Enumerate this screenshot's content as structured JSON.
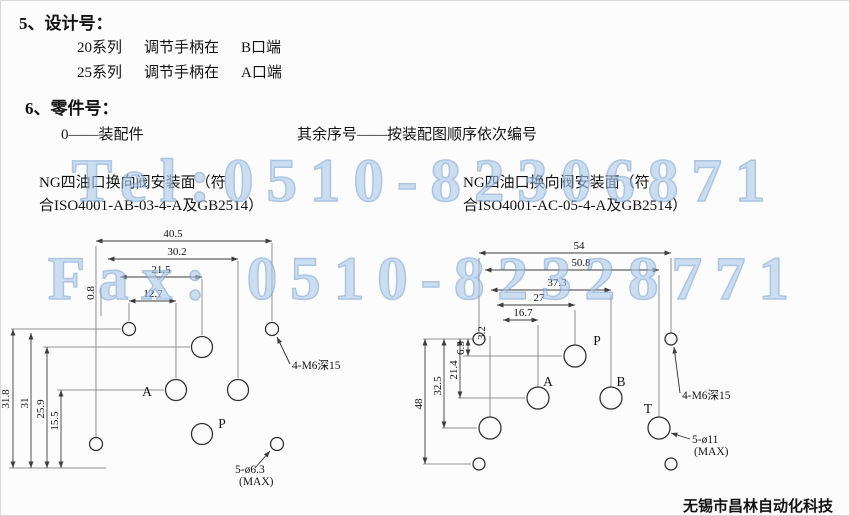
{
  "colors": {
    "watermark": "#aecbea",
    "ink": "#141414",
    "drawing_line": "#3c3c3c"
  },
  "sections": {
    "design": {
      "heading": "5、设计号：",
      "rows": [
        {
          "series": "20系列",
          "desc": "调节手柄在",
          "port": "B口端"
        },
        {
          "series": "25系列",
          "desc": "调节手柄在",
          "port": "A口端"
        }
      ]
    },
    "parts": {
      "heading": "6、零件号：",
      "note_left": "0——装配件",
      "note_right": "其余序号——按装配图顺序依次编号"
    }
  },
  "watermark": {
    "line1": "Tel:0510-82306871",
    "line2": "Fax: 0510-82328771"
  },
  "diagrams": {
    "left": {
      "title_line1": "NG四油口换向阀安装面（符",
      "title_line2": "合ISO4001-AB-03-4-A及GB2514）",
      "top_dims": [
        "40.5",
        "30.2",
        "21.5",
        "12.7"
      ],
      "top_dim_small": "0.8",
      "side_dims": [
        "31.8",
        "31",
        "25.9",
        "15.5"
      ],
      "ports": {
        "a": "A",
        "p": "P"
      },
      "callout_bolts": "4-M6深15",
      "callout_ports": "5-ø6.3",
      "callout_ports_max": "(MAX)"
    },
    "right": {
      "title_line1": "NG四油口换向阀安装面（符",
      "title_line2": "合ISO4001-AC-05-4-A及GB2514）",
      "top_dims": [
        "54",
        "50.8",
        "37.3",
        "27",
        "16.7"
      ],
      "top_dim_small": "3.2",
      "side_dims": [
        "48",
        "32.5",
        "21.4"
      ],
      "side_dim_small": "6.3",
      "ports": {
        "p": "P",
        "a": "A",
        "b": "B",
        "t": "T"
      },
      "callout_bolts": "4-M6深15",
      "callout_ports": "5-ø11",
      "callout_ports_max": "(MAX)"
    }
  },
  "footer": {
    "company": "无锡市昌林自动化科技"
  }
}
